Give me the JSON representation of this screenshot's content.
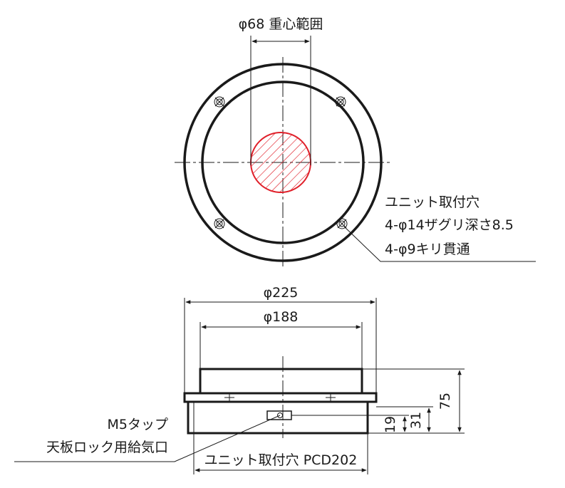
{
  "top_view": {
    "cog_dim_label": "φ68 重心範囲",
    "callout_lines": [
      "ユニット取付穴",
      "4-φ14ザグリ深さ8.5",
      "4-φ9キリ貫通"
    ]
  },
  "side_view": {
    "dia_outer_label": "φ225",
    "dia_inner_label": "φ188",
    "height_total_label": "75",
    "height_mid_label": "31",
    "height_port_label": "19",
    "pcd_label": "ユニット取付穴 PCD202",
    "port_callout_lines": [
      "M5タップ",
      "天板ロック用給気口"
    ]
  },
  "colors": {
    "line": "#1a1a1a",
    "cog_region": "#e0202a"
  }
}
